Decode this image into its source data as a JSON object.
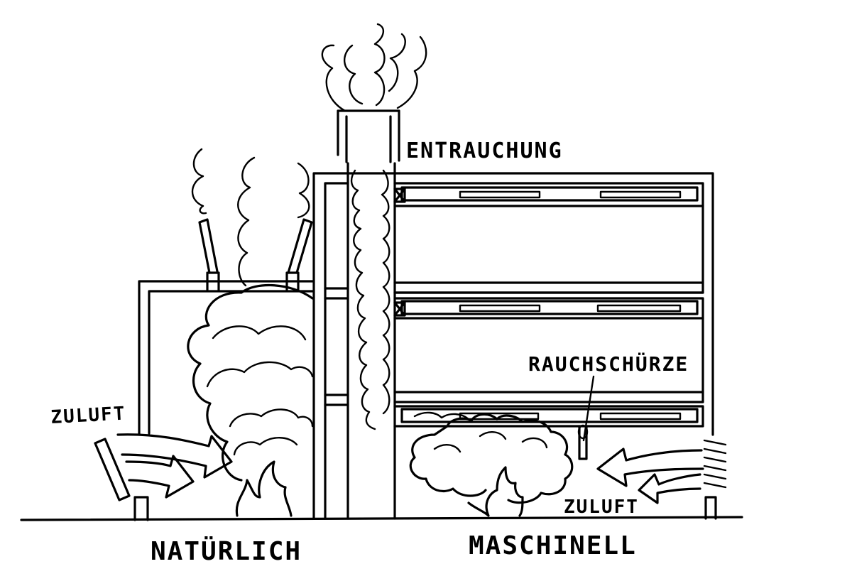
{
  "labels": {
    "entrauchung": "ENTRAUCHUNG",
    "rauchschuerze": "RAUCHSCHÜRZE",
    "zuluft_left": "ZULUFT",
    "zuluft_right": "ZULUFT",
    "natuerlich": "NATÜRLICH",
    "maschinell": "MASCHINELL"
  },
  "colors": {
    "ink": "#000000",
    "paper": "#ffffff"
  }
}
